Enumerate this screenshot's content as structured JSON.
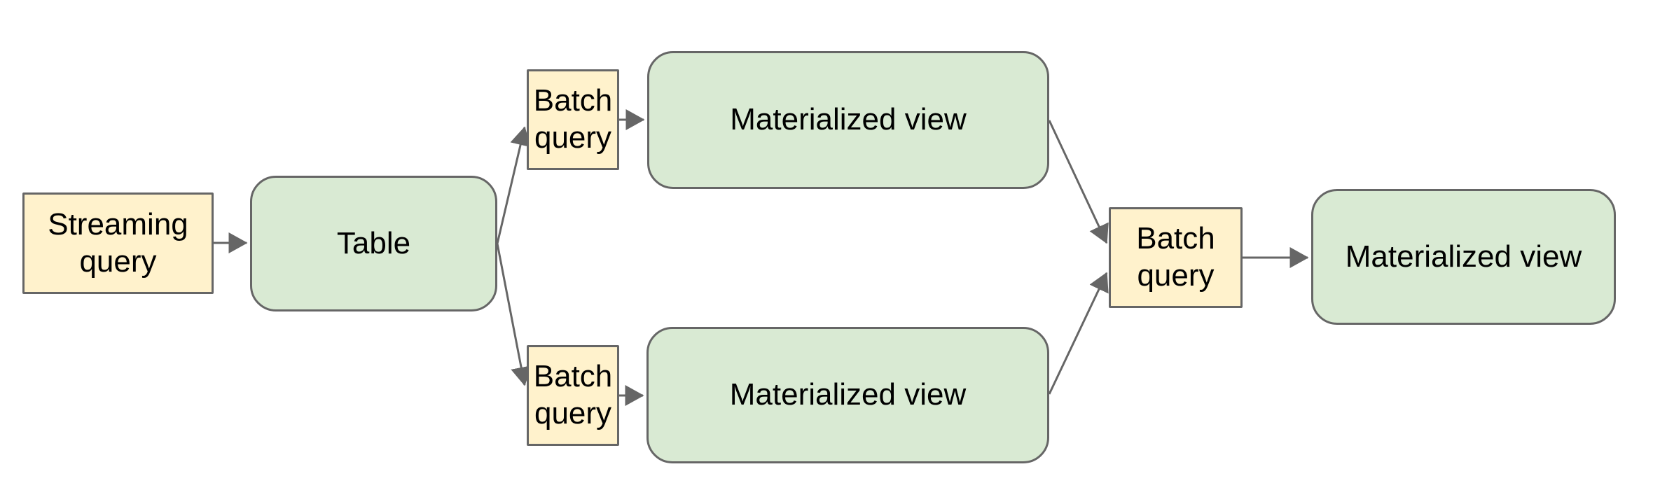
{
  "diagram": {
    "type": "flowchart",
    "background_color": "#ffffff",
    "colors": {
      "query_node_fill": "#fff2cc",
      "storage_node_fill": "#d9ead3",
      "node_border": "#666666",
      "connector": "#666666",
      "text": "#000000"
    },
    "nodes": [
      {
        "id": "streaming-query",
        "label": "Streaming query",
        "shape": "rectangle",
        "kind": "query"
      },
      {
        "id": "table",
        "label": "Table",
        "shape": "rounded-rectangle",
        "kind": "storage"
      },
      {
        "id": "batch-query-top",
        "label": "Batch query",
        "shape": "rectangle",
        "kind": "query"
      },
      {
        "id": "materialized-view-top",
        "label": "Materialized view",
        "shape": "rounded-rectangle",
        "kind": "storage"
      },
      {
        "id": "batch-query-bottom",
        "label": "Batch query",
        "shape": "rectangle",
        "kind": "query"
      },
      {
        "id": "materialized-view-bottom",
        "label": "Materialized view",
        "shape": "rounded-rectangle",
        "kind": "storage"
      },
      {
        "id": "batch-query-final",
        "label": "Batch query",
        "shape": "rectangle",
        "kind": "query"
      },
      {
        "id": "materialized-view-final",
        "label": "Materialized view",
        "shape": "rounded-rectangle",
        "kind": "storage"
      }
    ],
    "edges": [
      {
        "from": "streaming-query",
        "to": "table"
      },
      {
        "from": "table",
        "to": "batch-query-top"
      },
      {
        "from": "table",
        "to": "batch-query-bottom"
      },
      {
        "from": "batch-query-top",
        "to": "materialized-view-top"
      },
      {
        "from": "batch-query-bottom",
        "to": "materialized-view-bottom"
      },
      {
        "from": "materialized-view-top",
        "to": "batch-query-final"
      },
      {
        "from": "materialized-view-bottom",
        "to": "batch-query-final"
      },
      {
        "from": "batch-query-final",
        "to": "materialized-view-final"
      }
    ]
  }
}
